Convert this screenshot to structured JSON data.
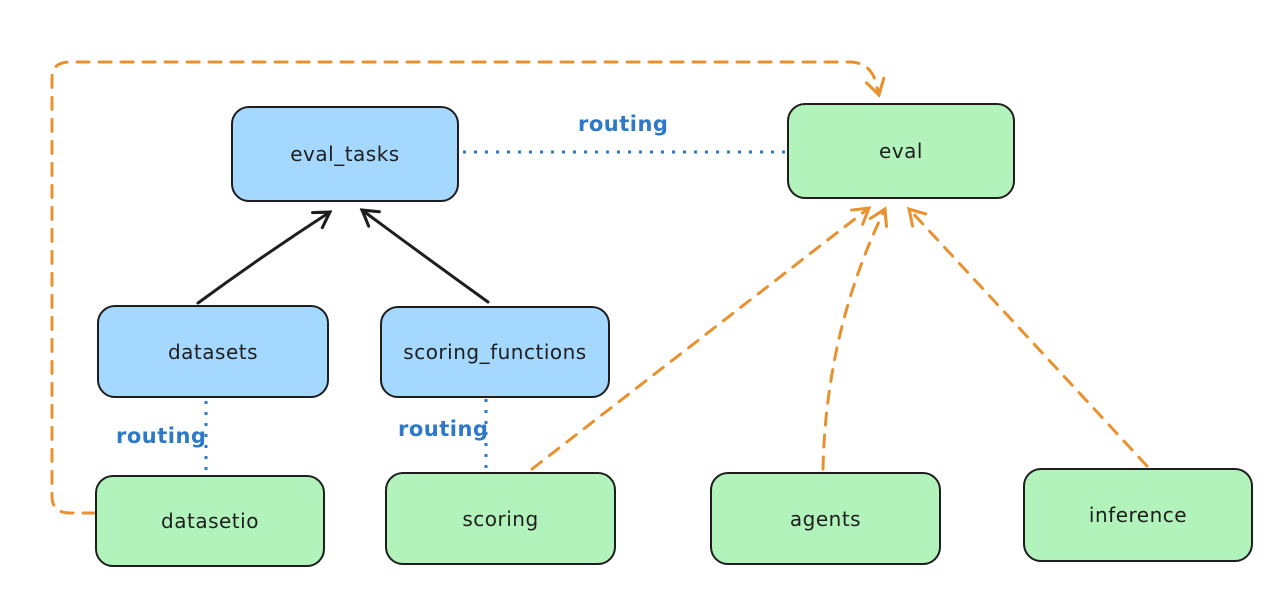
{
  "diagram": {
    "background": "#ffffff",
    "colors": {
      "node_blue_fill": "#a5d8ff",
      "node_green_fill": "#b2f2bb",
      "node_border": "#1e1e1e",
      "node_text": "#1e1e1e",
      "solid_arrow": "#1e1e1e",
      "dashed_arrow_orange": "#e8922f",
      "routing_blue": "#2e78c8"
    },
    "nodes": {
      "eval_tasks": {
        "label": "eval_tasks",
        "color": "blue"
      },
      "eval": {
        "label": "eval",
        "color": "green"
      },
      "datasets": {
        "label": "datasets",
        "color": "blue"
      },
      "scoring_functions": {
        "label": "scoring_functions",
        "color": "blue"
      },
      "datasetio": {
        "label": "datasetio",
        "color": "green"
      },
      "scoring": {
        "label": "scoring",
        "color": "green"
      },
      "agents": {
        "label": "agents",
        "color": "green"
      },
      "inference": {
        "label": "inference",
        "color": "green"
      }
    },
    "edges": [
      {
        "from": "datasets",
        "to": "eval_tasks",
        "style": "solid-black-arrow",
        "label": ""
      },
      {
        "from": "scoring_functions",
        "to": "eval_tasks",
        "style": "solid-black-arrow",
        "label": ""
      },
      {
        "from": "eval_tasks",
        "to": "eval",
        "style": "dotted-blue",
        "label": "routing"
      },
      {
        "from": "datasets",
        "to": "datasetio",
        "style": "dotted-blue",
        "label": "routing"
      },
      {
        "from": "scoring_functions",
        "to": "scoring",
        "style": "dotted-blue",
        "label": "routing"
      },
      {
        "from": "datasetio",
        "to": "eval",
        "style": "dashed-orange-arrow",
        "label": ""
      },
      {
        "from": "scoring",
        "to": "eval",
        "style": "dashed-orange-arrow",
        "label": ""
      },
      {
        "from": "agents",
        "to": "eval",
        "style": "dashed-orange-arrow",
        "label": ""
      },
      {
        "from": "inference",
        "to": "eval",
        "style": "dashed-orange-arrow",
        "label": ""
      }
    ]
  }
}
